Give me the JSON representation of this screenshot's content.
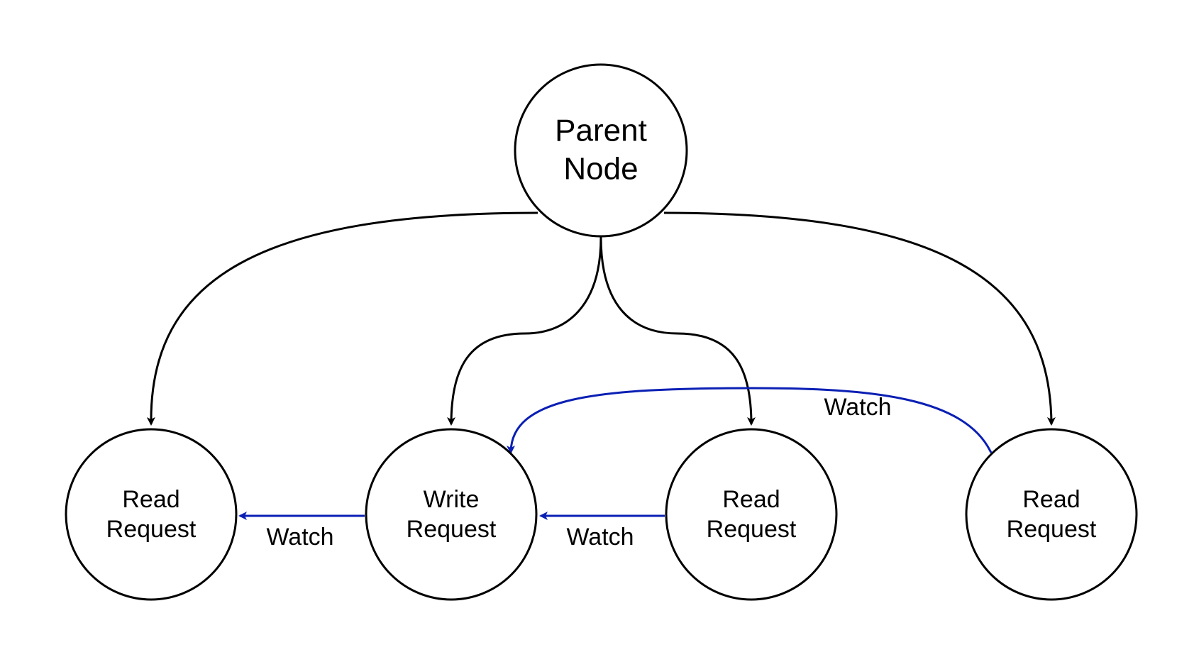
{
  "colors": {
    "tree_edge": "#000000",
    "watch_edge": "#0a1fb4",
    "node_stroke": "#000000",
    "background": "#ffffff"
  },
  "nodes": {
    "parent": {
      "line1": "Parent",
      "line2": "Node"
    },
    "read_1": {
      "line1": "Read",
      "line2": "Request"
    },
    "write": {
      "line1": "Write",
      "line2": "Request"
    },
    "read_2": {
      "line1": "Read",
      "line2": "Request"
    },
    "read_3": {
      "line1": "Read",
      "line2": "Request"
    }
  },
  "edges": {
    "watch_write_to_read_1": {
      "label": "Watch"
    },
    "watch_read_2_to_write": {
      "label": "Watch"
    },
    "watch_read_3_to_write": {
      "label": "Watch"
    }
  }
}
